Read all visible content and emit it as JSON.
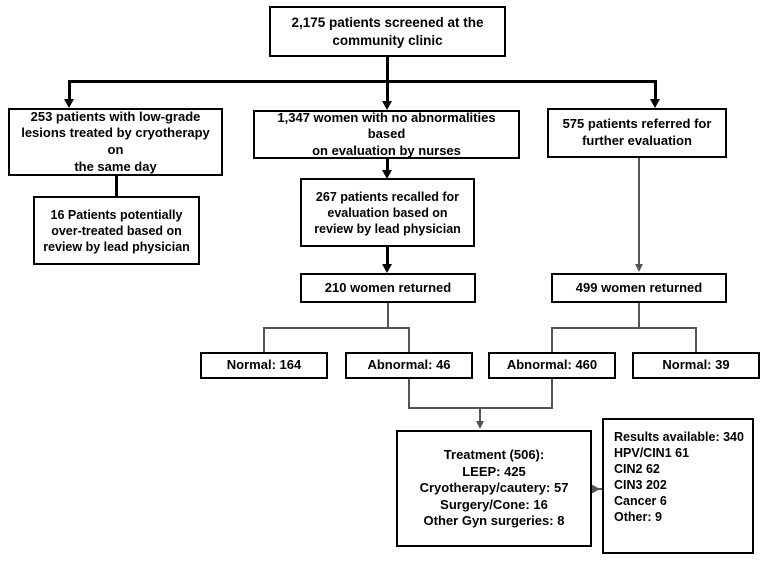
{
  "diagram": {
    "title": "Patient screening and treatment flowchart",
    "nodes": {
      "screened": {
        "label": "2,175 patients screened at the\ncommunity clinic"
      },
      "low_grade": {
        "label": "253 patients with low-grade\nlesions treated by cryotherapy on\nthe same day"
      },
      "no_abnormalities": {
        "label": "1,347 women with no abnormalities based\non evaluation by nurses"
      },
      "referred": {
        "label": "575 patients referred for\nfurther evaluation"
      },
      "over_treated": {
        "label": "16 Patients potentially\nover-treated based on\nreview by lead physician"
      },
      "recalled": {
        "label": "267 patients recalled for\nevaluation based on\nreview by lead physician"
      },
      "returned_210": {
        "label": "210 women returned"
      },
      "returned_499": {
        "label": "499 women returned"
      },
      "normal_164": {
        "label": "Normal: 164"
      },
      "abnormal_46": {
        "label": "Abnormal: 46"
      },
      "abnormal_460": {
        "label": "Abnormal: 460"
      },
      "normal_39": {
        "label": "Normal: 39"
      },
      "treatment": {
        "label": "Treatment (506):\nLEEP: 425\nCryotherapy/cautery: 57\nSurgery/Cone: 16\nOther Gyn surgeries: 8"
      },
      "results": {
        "label": "Results available: 340\n    HPV/CIN1  61\n    CIN2 62\n    CIN3 202\n    Cancer 6\n    Other: 9"
      }
    },
    "colors": {
      "stroke": "#000000",
      "fill": "#ffffff",
      "text": "#000000"
    }
  }
}
